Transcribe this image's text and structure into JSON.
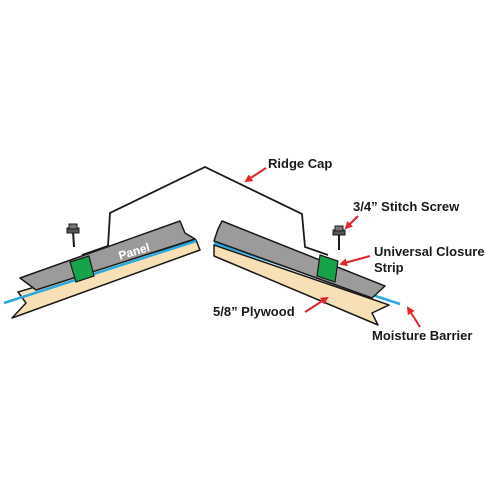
{
  "labels": {
    "ridge_cap": "Ridge Cap",
    "stitch_screw": "3/4” Stitch Screw",
    "closure_strip_line1": "Universal Closure",
    "closure_strip_line2": "Strip",
    "plywood": "5/8” Plywood",
    "moisture_barrier": "Moisture Barrier",
    "panel": "Panel"
  },
  "colors": {
    "plywood": "#f7e0b5",
    "panel": "#9b9b9b",
    "moisture_barrier": "#29a9e0",
    "closure_strip": "#17a34a",
    "arrow": "#e0262b",
    "outline": "#1a1a1a"
  }
}
